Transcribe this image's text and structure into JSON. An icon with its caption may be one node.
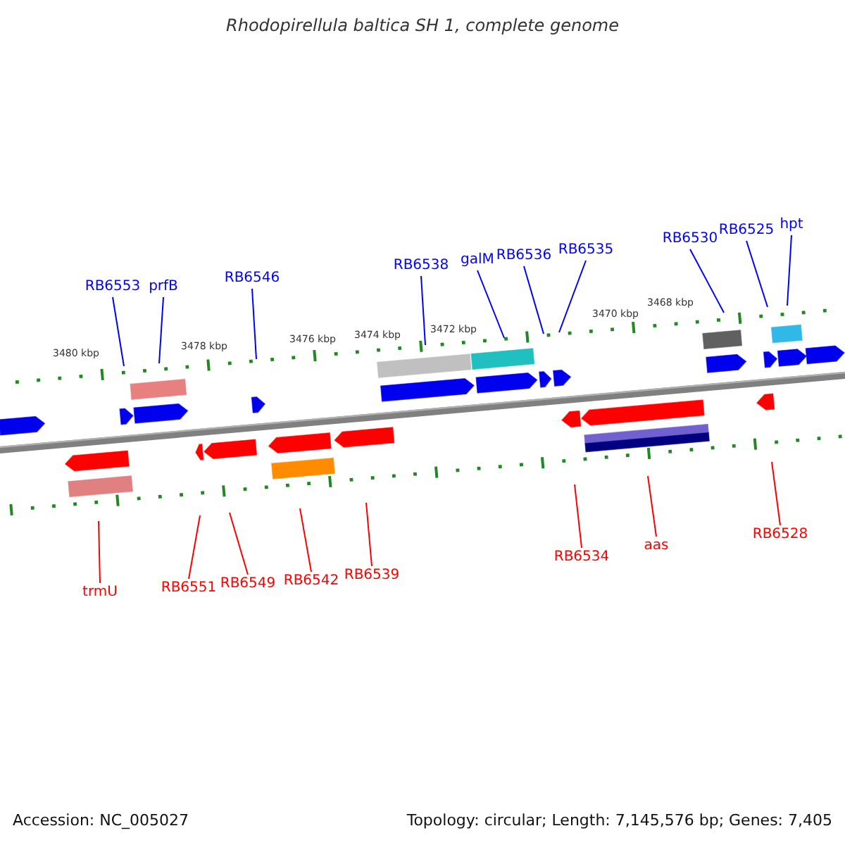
{
  "diagram": {
    "title": "Rhodopirellula baltica SH 1, complete genome",
    "nodes": [
      {
        "text": [
          "RB6553"
        ]
      },
      {
        "text": [
          "prfB"
        ]
      },
      {
        "text": [
          "RB6546"
        ]
      },
      {
        "text": [
          "RB6538"
        ]
      },
      {
        "text": [
          "galM"
        ]
      },
      {
        "text": [
          "RB6536"
        ]
      },
      {
        "text": [
          "RB6535"
        ]
      },
      {
        "text": [
          "RB6530"
        ]
      },
      {
        "text": [
          "RB6525"
        ]
      },
      {
        "text": [
          "hpt"
        ]
      },
      {
        "text": [
          "trmU"
        ]
      },
      {
        "text": [
          "RB6551"
        ]
      },
      {
        "text": [
          "RB6549"
        ]
      },
      {
        "text": [
          "RB6542"
        ]
      },
      {
        "text": [
          "RB6539"
        ]
      },
      {
        "text": [
          "RB6534"
        ]
      },
      {
        "text": [
          "aas"
        ]
      },
      {
        "text": [
          "RB6528"
        ]
      }
    ],
    "edges": [
      {
        "from": 0,
        "to": null,
        "arrow": "none"
      },
      {
        "from": 1,
        "to": null,
        "arrow": "none"
      },
      {
        "from": 2,
        "to": null,
        "arrow": "none"
      },
      {
        "from": 3,
        "to": null,
        "arrow": "none"
      },
      {
        "from": 4,
        "to": null,
        "arrow": "none"
      },
      {
        "from": 5,
        "to": null,
        "arrow": "none"
      },
      {
        "from": 6,
        "to": null,
        "arrow": "none"
      },
      {
        "from": 7,
        "to": null,
        "arrow": "none"
      },
      {
        "from": 8,
        "to": null,
        "arrow": "none"
      },
      {
        "from": 9,
        "to": null,
        "arrow": "none"
      },
      {
        "from": 10,
        "to": null,
        "arrow": "none",
        "color": "#ff0000"
      },
      {
        "from": 11,
        "to": null,
        "arrow": "none",
        "color": "#ff0000"
      },
      {
        "from": 12,
        "to": null,
        "arrow": "none",
        "color": "#ff0000"
      },
      {
        "from": 13,
        "to": null,
        "arrow": "none",
        "color": "#ff0000"
      },
      {
        "from": 14,
        "to": null,
        "arrow": "none",
        "color": "#ff0000"
      },
      {
        "from": 15,
        "to": null,
        "arrow": "none",
        "color": "#ff0000"
      },
      {
        "from": 16,
        "to": null,
        "arrow": "none",
        "color": "#ff0000"
      },
      {
        "from": 17,
        "to": null,
        "arrow": "none",
        "color": "#ff0000"
      }
    ],
    "labels": [
      "3480 kbp",
      "3478 kbp",
      "3476 kbp",
      "3474 kbp",
      "3472 kbp",
      "3470 kbp",
      "3468 kbp",
      "Accession: NC_005027",
      "Topology: circular; Length: 7,145,576 bp; Genes: 7,405"
    ]
  }
}
